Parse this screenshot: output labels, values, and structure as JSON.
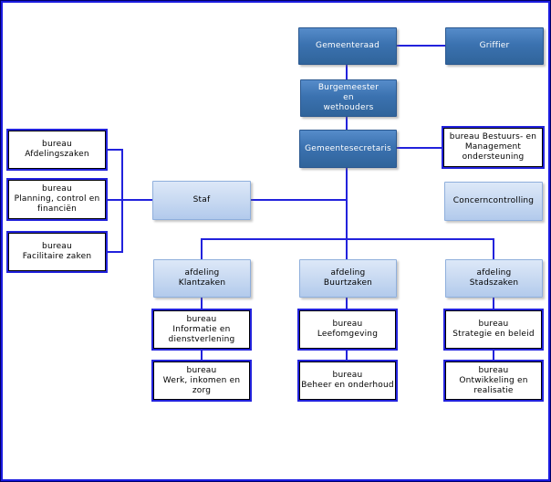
{
  "diagram": {
    "type": "org-chart",
    "language": "nl",
    "nodes": {
      "gemeenteraad": {
        "label": "Gemeenteraad"
      },
      "griffier": {
        "label": "Griffier"
      },
      "burgemeester_en_wethouders": {
        "label": [
          "Burgemeester",
          "en",
          "wethouders"
        ]
      },
      "gemeentesecretaris": {
        "label": "Gemeentesecretaris"
      },
      "bureau_bestuurs_management": {
        "label": [
          "bureau Bestuurs- en",
          "Management",
          "ondersteuning"
        ]
      },
      "concerncontrolling": {
        "label": "Concerncontrolling"
      },
      "staf": {
        "label": "Staf"
      },
      "bureau_afdelingszaken": {
        "label": [
          "bureau",
          "Afdelingszaken"
        ]
      },
      "bureau_planning_control_financien": {
        "label": [
          "bureau",
          "Planning, control en",
          "financiën"
        ]
      },
      "bureau_facilitaire_zaken": {
        "label": [
          "bureau",
          "Facilitaire zaken"
        ]
      },
      "afdeling_klantzaken": {
        "label": [
          "afdeling",
          "Klantzaken"
        ]
      },
      "afdeling_buurtzaken": {
        "label": [
          "afdeling",
          "Buurtzaken"
        ]
      },
      "afdeling_stadszaken": {
        "label": [
          "afdeling",
          "Stadszaken"
        ]
      },
      "bureau_informatie_dienstverlening": {
        "label": [
          "bureau",
          "Informatie en",
          "dienstverlening"
        ]
      },
      "bureau_werk_inkomen_zorg": {
        "label": [
          "bureau",
          "Werk, inkomen en",
          "zorg"
        ]
      },
      "bureau_leefomgeving": {
        "label": [
          "bureau",
          "Leefomgeving"
        ]
      },
      "bureau_beheer_onderhoud": {
        "label": [
          "bureau",
          "Beheer en onderhoud"
        ]
      },
      "bureau_strategie_beleid": {
        "label": [
          "bureau",
          "Strategie en beleid"
        ]
      },
      "bureau_ontwikkeling_realisatie": {
        "label": [
          "bureau",
          "Ontwikkeling en",
          "realisatie"
        ]
      }
    },
    "colors": {
      "connector": "#2222dc",
      "frame_border_outer": "#000066",
      "frame_border_inner": "#1a1ae0",
      "dark_node_fill_top": "#568cca",
      "dark_node_fill_bottom": "#30649b",
      "dark_node_border": "#2a5890",
      "dark_node_text": "#ffffff",
      "light_node_fill_top": "#dde8f8",
      "light_node_fill_bottom": "#b2caec",
      "light_node_border": "#8fafdc",
      "white_node_border": "#000000",
      "white_node_outline": "#2222dc",
      "white_node_text": "#000000"
    }
  }
}
